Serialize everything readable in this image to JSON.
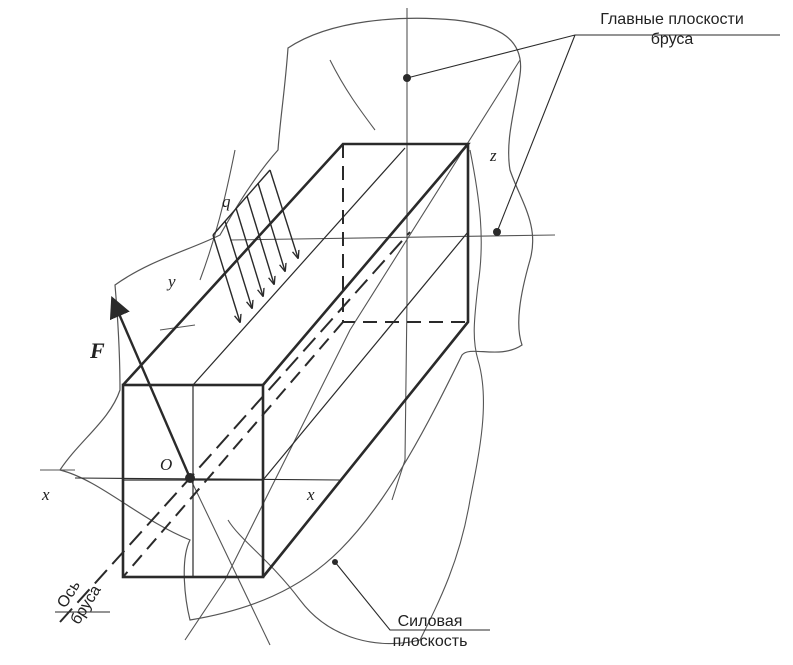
{
  "labels": {
    "main_planes_line1": "Главные плоскости",
    "main_planes_line2": "бруса",
    "force_plane_line1": "Силовая",
    "force_plane_line2": "плоскость",
    "axis_line1": "Ось",
    "axis_line2": "бруса",
    "F": "F",
    "q": "q",
    "O": "O",
    "x_left": "x",
    "x_right": "x",
    "y": "y",
    "z": "z"
  },
  "colors": {
    "ink": "#2a2a2a",
    "ink_light": "#555555",
    "background": "#ffffff"
  }
}
